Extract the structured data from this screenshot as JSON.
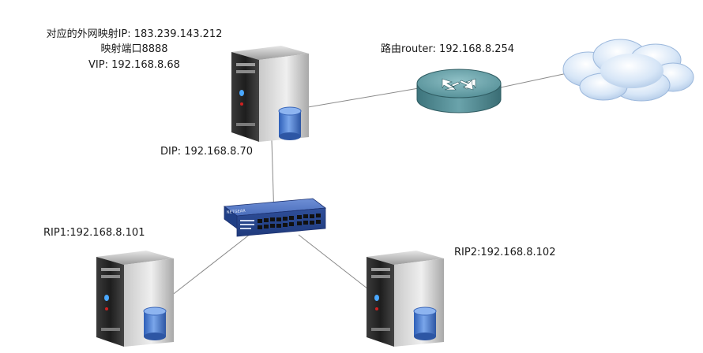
{
  "labels": {
    "vip_mapped_ip": "对应的外网映射IP: 183.239.143.212",
    "vip_mapped_port": "映射端口8888",
    "vip": "VIP: 192.168.8.68",
    "dip": "DIP: 192.168.8.70",
    "router": "路由router: 192.168.8.254",
    "rip1": "RIP1:192.168.8.101",
    "rip2": "RIP2:192.168.8.102"
  },
  "nodes": [
    {
      "id": "director-server",
      "kind": "server",
      "icon": "server-icon"
    },
    {
      "id": "router",
      "kind": "router",
      "icon": "router-icon"
    },
    {
      "id": "internet-cloud",
      "kind": "cloud",
      "icon": "cloud-icon"
    },
    {
      "id": "switch",
      "kind": "switch",
      "icon": "switch-icon",
      "brand_text": "NETGEAR"
    },
    {
      "id": "real-server-1",
      "kind": "server",
      "icon": "server-icon"
    },
    {
      "id": "real-server-2",
      "kind": "server",
      "icon": "server-icon"
    }
  ],
  "links": [
    {
      "from": "director-server",
      "to": "router"
    },
    {
      "from": "router",
      "to": "internet-cloud"
    },
    {
      "from": "director-server",
      "to": "switch"
    },
    {
      "from": "switch",
      "to": "real-server-1"
    },
    {
      "from": "switch",
      "to": "real-server-2"
    }
  ],
  "colors": {
    "line": "#8a8a8a",
    "router_body": "#4f8c94",
    "switch_body": "#3a5fb0",
    "disk": "#4d7fd0",
    "server_front": "#2a2a2a"
  }
}
